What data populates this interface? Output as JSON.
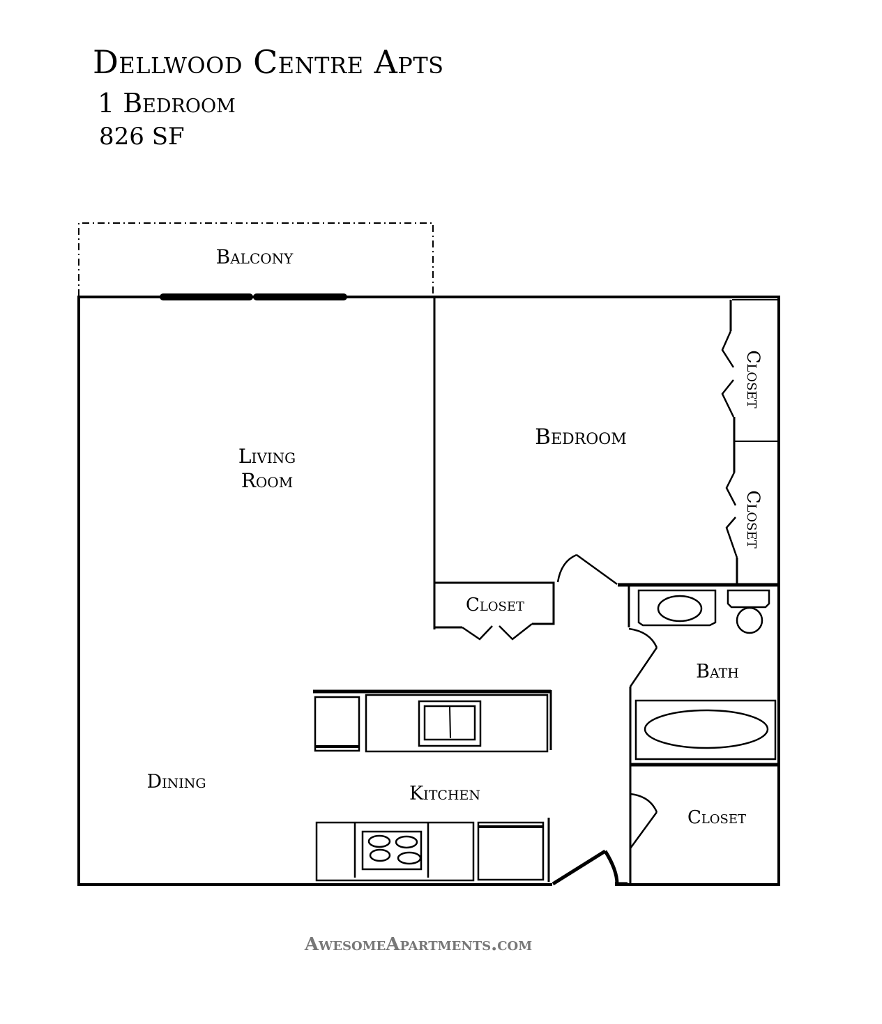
{
  "header": {
    "title": "Dellwood Centre Apts",
    "unit_type": "1 Bedroom",
    "square_feet": "826 SF"
  },
  "rooms": {
    "balcony": "Balcony",
    "living_room_line1": "Living",
    "living_room_line2": "Room",
    "bedroom": "Bedroom",
    "bedroom_closet_1": "Closet",
    "bedroom_closet_2": "Closet",
    "hall_closet": "Closet",
    "bath": "Bath",
    "bath_closet": "Closet",
    "dining": "Dining",
    "kitchen": "Kitchen"
  },
  "footer": {
    "website": "AwesomeApartments.com"
  },
  "colors": {
    "wall": "#000000",
    "footer_text": "#777777",
    "background": "#ffffff"
  }
}
